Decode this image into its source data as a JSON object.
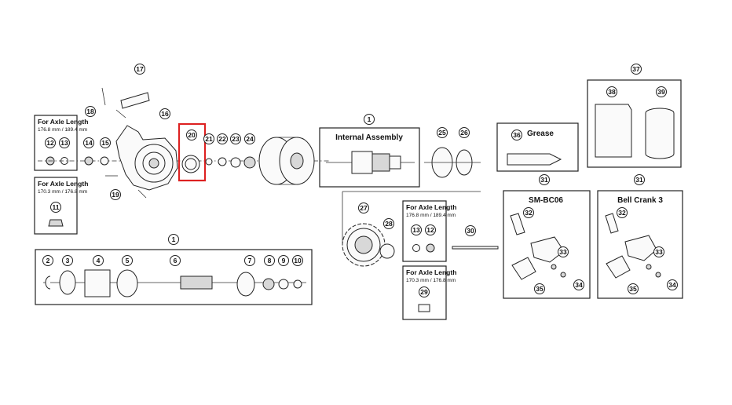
{
  "colors": {
    "highlight": "#d22222",
    "line": "#222222",
    "background": "#ffffff"
  },
  "labels": {
    "axle_length": "For Axle Length",
    "range_a": "176.8 mm / 189.4 mm",
    "range_b": "170.3 mm / 176.8 mm",
    "internal_assembly": "Internal Assembly",
    "grease": "Grease",
    "sm_bc06": "SM-BC06",
    "bell_crank": "Bell Crank 3"
  },
  "callouts": [
    "1",
    "2",
    "3",
    "4",
    "5",
    "6",
    "7",
    "8",
    "9",
    "10",
    "11",
    "12",
    "13",
    "14",
    "15",
    "16",
    "17",
    "18",
    "19",
    "20",
    "21",
    "22",
    "23",
    "24",
    "25",
    "26",
    "27",
    "28",
    "29",
    "30",
    "31",
    "32",
    "33",
    "34",
    "35",
    "36",
    "37",
    "38",
    "39"
  ],
  "highlighted_part": "20"
}
